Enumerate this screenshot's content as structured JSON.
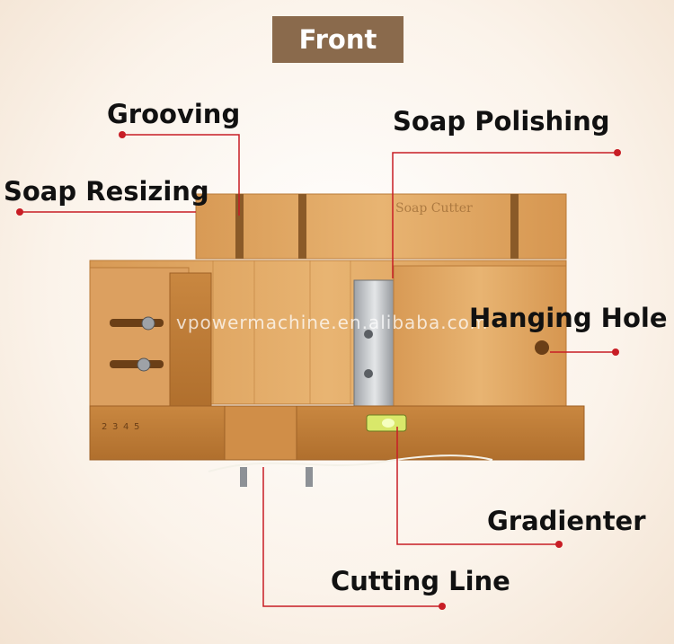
{
  "badge": {
    "label": "Front"
  },
  "watermark": "vpowermachine.en.alibaba.com",
  "callouts": {
    "grooving": "Grooving",
    "soap_polishing": "Soap Polishing",
    "soap_resizing": "Soap Resizing",
    "hanging_hole": "Hanging Hole",
    "gradienter": "Gradienter",
    "cutting_line": "Cutting Line"
  },
  "engraving": "Soap Cutter",
  "ruler_marks": [
    "2",
    "3",
    "4",
    "5"
  ],
  "colors": {
    "badge": "#8a6a4c",
    "leader": "#c81d25",
    "wood": "#e0a866"
  }
}
